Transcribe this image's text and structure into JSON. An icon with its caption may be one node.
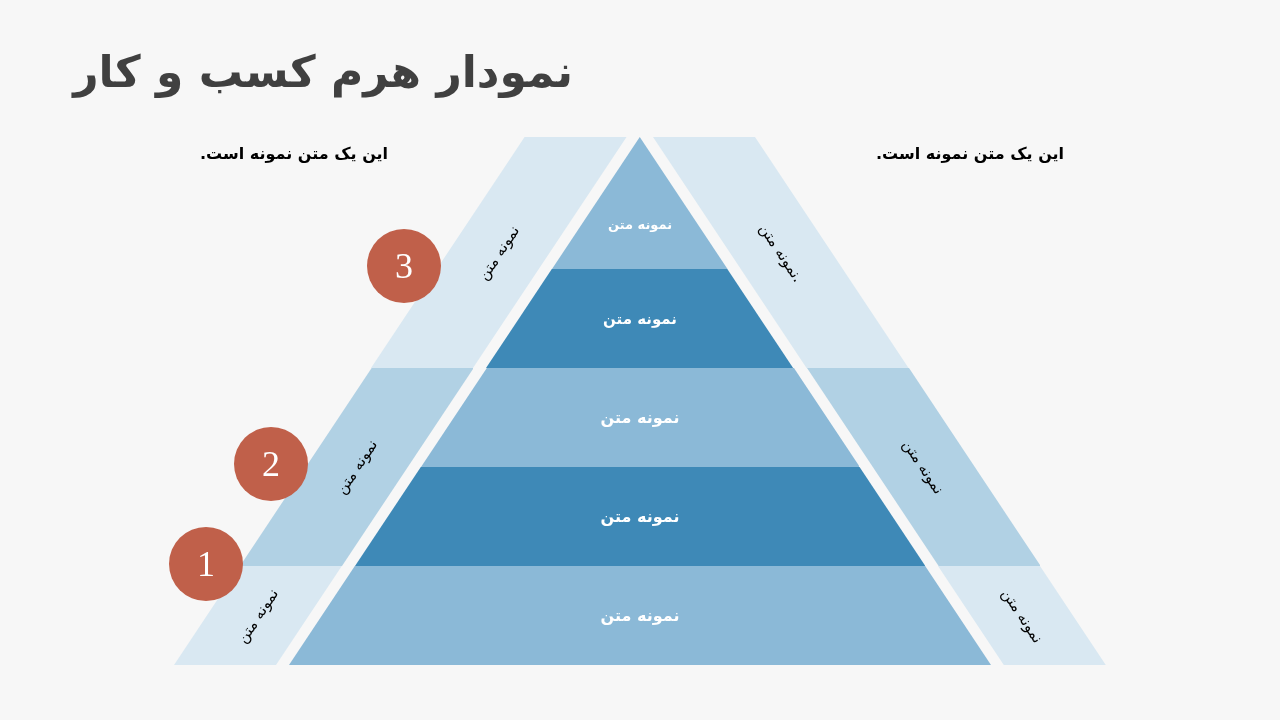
{
  "diagram": {
    "title": "نمودار هرم کسب و کار",
    "nodes": [
      {
        "text": [
          "نمونه متن"
        ]
      },
      {
        "text": [
          "نمونه متن"
        ]
      },
      {
        "text": [
          "نمونه متن"
        ]
      },
      {
        "text": [
          "نمونه متن"
        ]
      },
      {
        "text": [
          "نمونه متن"
        ]
      },
      {
        "text": [
          "نمونه متن"
        ]
      },
      {
        "text": [
          "نمونه متن"
        ]
      },
      {
        "text": [
          "نمونه متن"
        ]
      },
      {
        "text": [
          "نمونه متن."
        ]
      },
      {
        "text": [
          "نمونه متن"
        ]
      },
      {
        "text": [
          "نمونه متن"
        ]
      },
      {
        "text": [
          "3"
        ]
      },
      {
        "text": [
          "2"
        ]
      },
      {
        "text": [
          "1"
        ]
      }
    ],
    "labels": [
      "این یک متن نمونه است.",
      "این یک متن نمونه است."
    ]
  }
}
